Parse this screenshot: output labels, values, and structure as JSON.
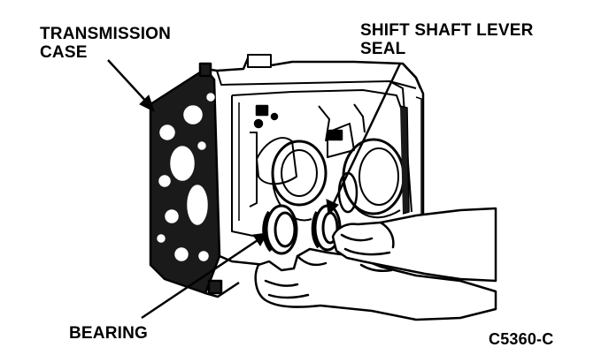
{
  "figure": {
    "id_label": "C5360-C"
  },
  "callouts": {
    "transmission_case": [
      "TRANSMISSION",
      "CASE"
    ],
    "shift_shaft_lever_seal": [
      "SHIFT SHAFT LEVER",
      "SEAL"
    ],
    "bearing": "BEARING"
  },
  "colors": {
    "ink": "#000000",
    "paper": "#ffffff"
  }
}
